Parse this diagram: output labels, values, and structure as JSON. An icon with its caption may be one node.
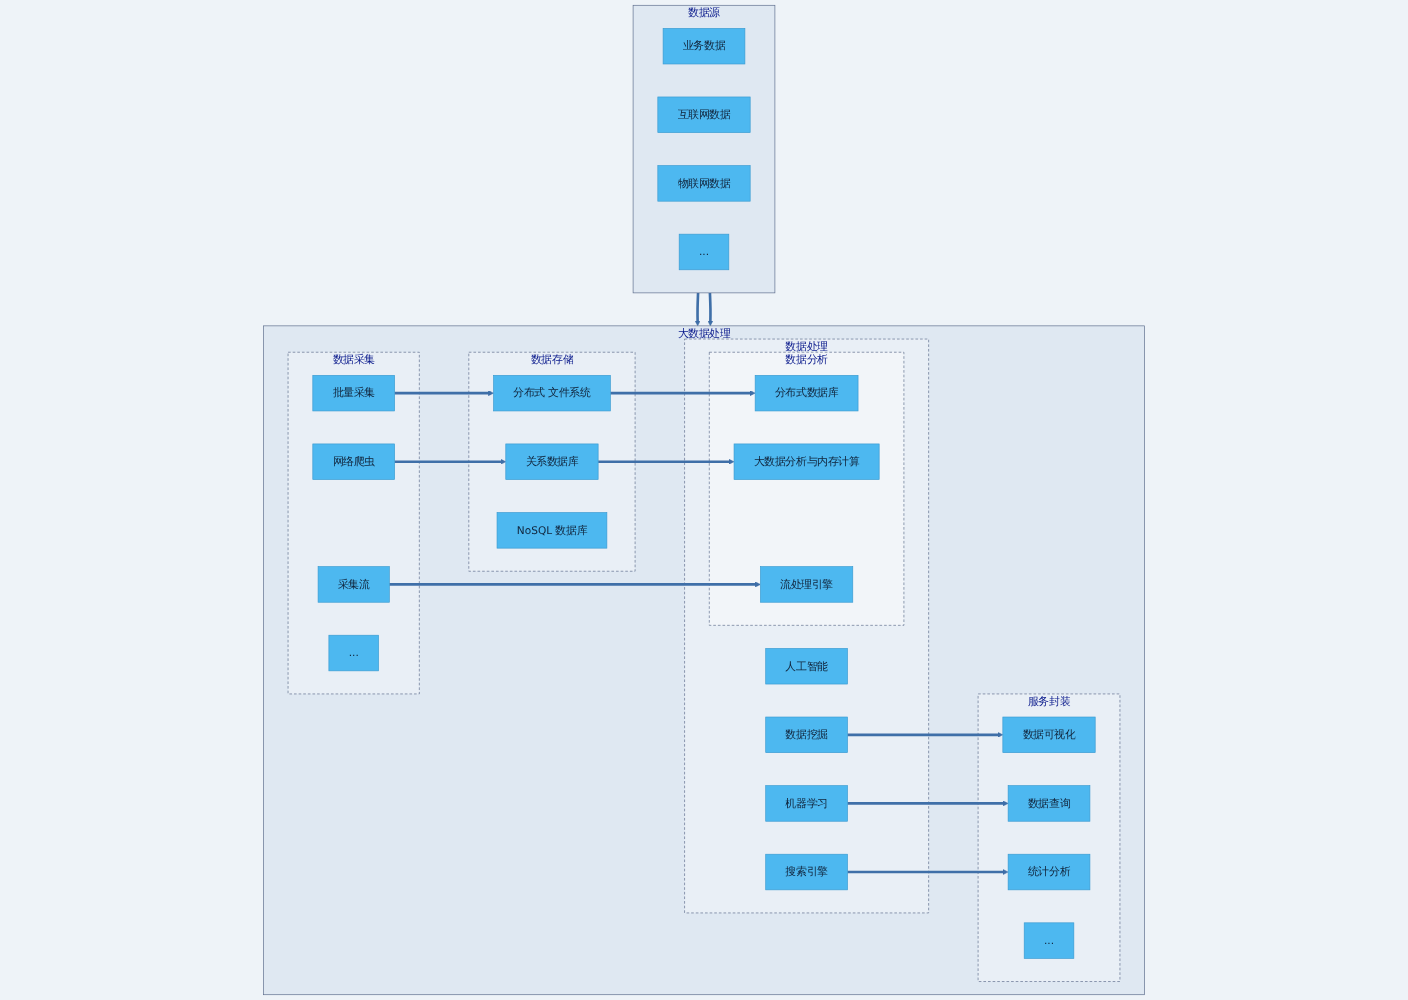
{
  "diagram": {
    "nodes": [
      {
        "text": [
          "大数据处理"
        ]
      },
      {
        "text": [
          "服务封装"
        ],
        "in": 0
      },
      {
        "text": [
          "数据可视化"
        ],
        "in": 1
      },
      {
        "text": [
          "数据查询"
        ],
        "in": 1
      },
      {
        "text": [
          "统计分析"
        ],
        "in": 1
      },
      {
        "text": [
          "..."
        ],
        "in": 1
      },
      {
        "text": [
          "数据处理"
        ],
        "in": 0
      },
      {
        "text": [
          "数据挖掘"
        ],
        "in": 6
      },
      {
        "text": [
          "机器学习"
        ],
        "in": 6
      },
      {
        "text": [
          "搜索引擎"
        ],
        "in": 6
      },
      {
        "text": [
          "人工智能"
        ],
        "in": 6
      },
      {
        "text": [
          "数据分析"
        ],
        "in": 6
      },
      {
        "text": [
          "分布式数据库"
        ],
        "in": 11
      },
      {
        "text": [
          "大数据分析与内存计算"
        ],
        "in": 11
      },
      {
        "text": [
          "流处理引擎"
        ],
        "in": 11
      },
      {
        "text": [
          "数据存储"
        ],
        "in": 0
      },
      {
        "text": [
          "分布式 文件系统"
        ],
        "in": 15
      },
      {
        "text": [
          "关系数据库"
        ],
        "in": 15
      },
      {
        "text": [
          "NoSQL 数据库"
        ],
        "in": 15
      },
      {
        "text": [
          "数据采集"
        ],
        "in": 0
      },
      {
        "text": [
          "批量采集"
        ],
        "in": 19
      },
      {
        "text": [
          "网络爬虫"
        ],
        "in": 19
      },
      {
        "text": [
          "..."
        ],
        "in": 19
      },
      {
        "text": [
          "采集流"
        ],
        "in": 19
      },
      {
        "text": [
          "数据源"
        ]
      },
      {
        "text": [
          "业务数据"
        ],
        "in": 24
      },
      {
        "text": [
          "互联网数据"
        ],
        "in": 24
      },
      {
        "text": [
          "物联网数据"
        ],
        "in": 24
      },
      {
        "text": [
          "..."
        ],
        "in": 24
      }
    ],
    "edges": [
      {
        "from": 7,
        "to": 2,
        "arrow": "to"
      },
      {
        "from": 8,
        "to": 3,
        "arrow": "to"
      },
      {
        "from": 9,
        "to": 4,
        "arrow": "to"
      },
      {
        "from": 16,
        "to": 12,
        "arrow": "to"
      },
      {
        "from": 17,
        "to": 13,
        "arrow": "to"
      },
      {
        "from": 20,
        "to": 16,
        "arrow": "to"
      },
      {
        "from": 21,
        "to": 17,
        "arrow": "to"
      },
      {
        "from": 23,
        "to": 14,
        "arrow": "to"
      },
      {
        "from": 24,
        "to": 0,
        "arrow": "to"
      },
      {
        "from": 24,
        "to": 0,
        "arrow": "to"
      }
    ]
  }
}
